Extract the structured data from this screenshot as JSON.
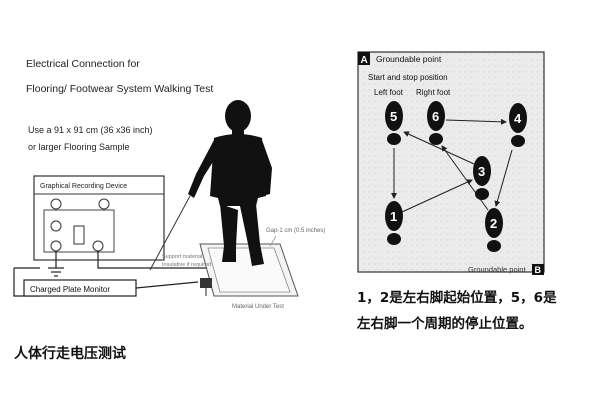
{
  "left_figure": {
    "title_line1": "Electrical Connection for",
    "title_line2": "Flooring/ Footwear System Walking Test",
    "sample_line1": "Use a 91 x 91 cm (36 x36 inch)",
    "sample_line2": "or larger Flooring Sample",
    "recording_device": "Graphical Recording Device",
    "plate_monitor": "Charged Plate Monitor",
    "gap_label": "Gap-1 cm (0.5 inches)",
    "support_label_1": "Support material",
    "support_label_2": "Insulative if required",
    "material_under_test": "Material Under Test",
    "caption": "人体行走电压测试"
  },
  "right_figure": {
    "panel_letter_a": "A",
    "panel_title": "Groundable point",
    "start_stop": "Start and stop position",
    "left_foot": "Left foot",
    "right_foot": "Right foot",
    "bottom_label": "Groundable point",
    "panel_letter_b": "B",
    "steps": [
      "1",
      "2",
      "3",
      "4",
      "5",
      "6"
    ],
    "caption_line1": "1，2是左右脚起始位置，5，6是",
    "caption_line2": "左右脚一个周期的停止位置。"
  }
}
